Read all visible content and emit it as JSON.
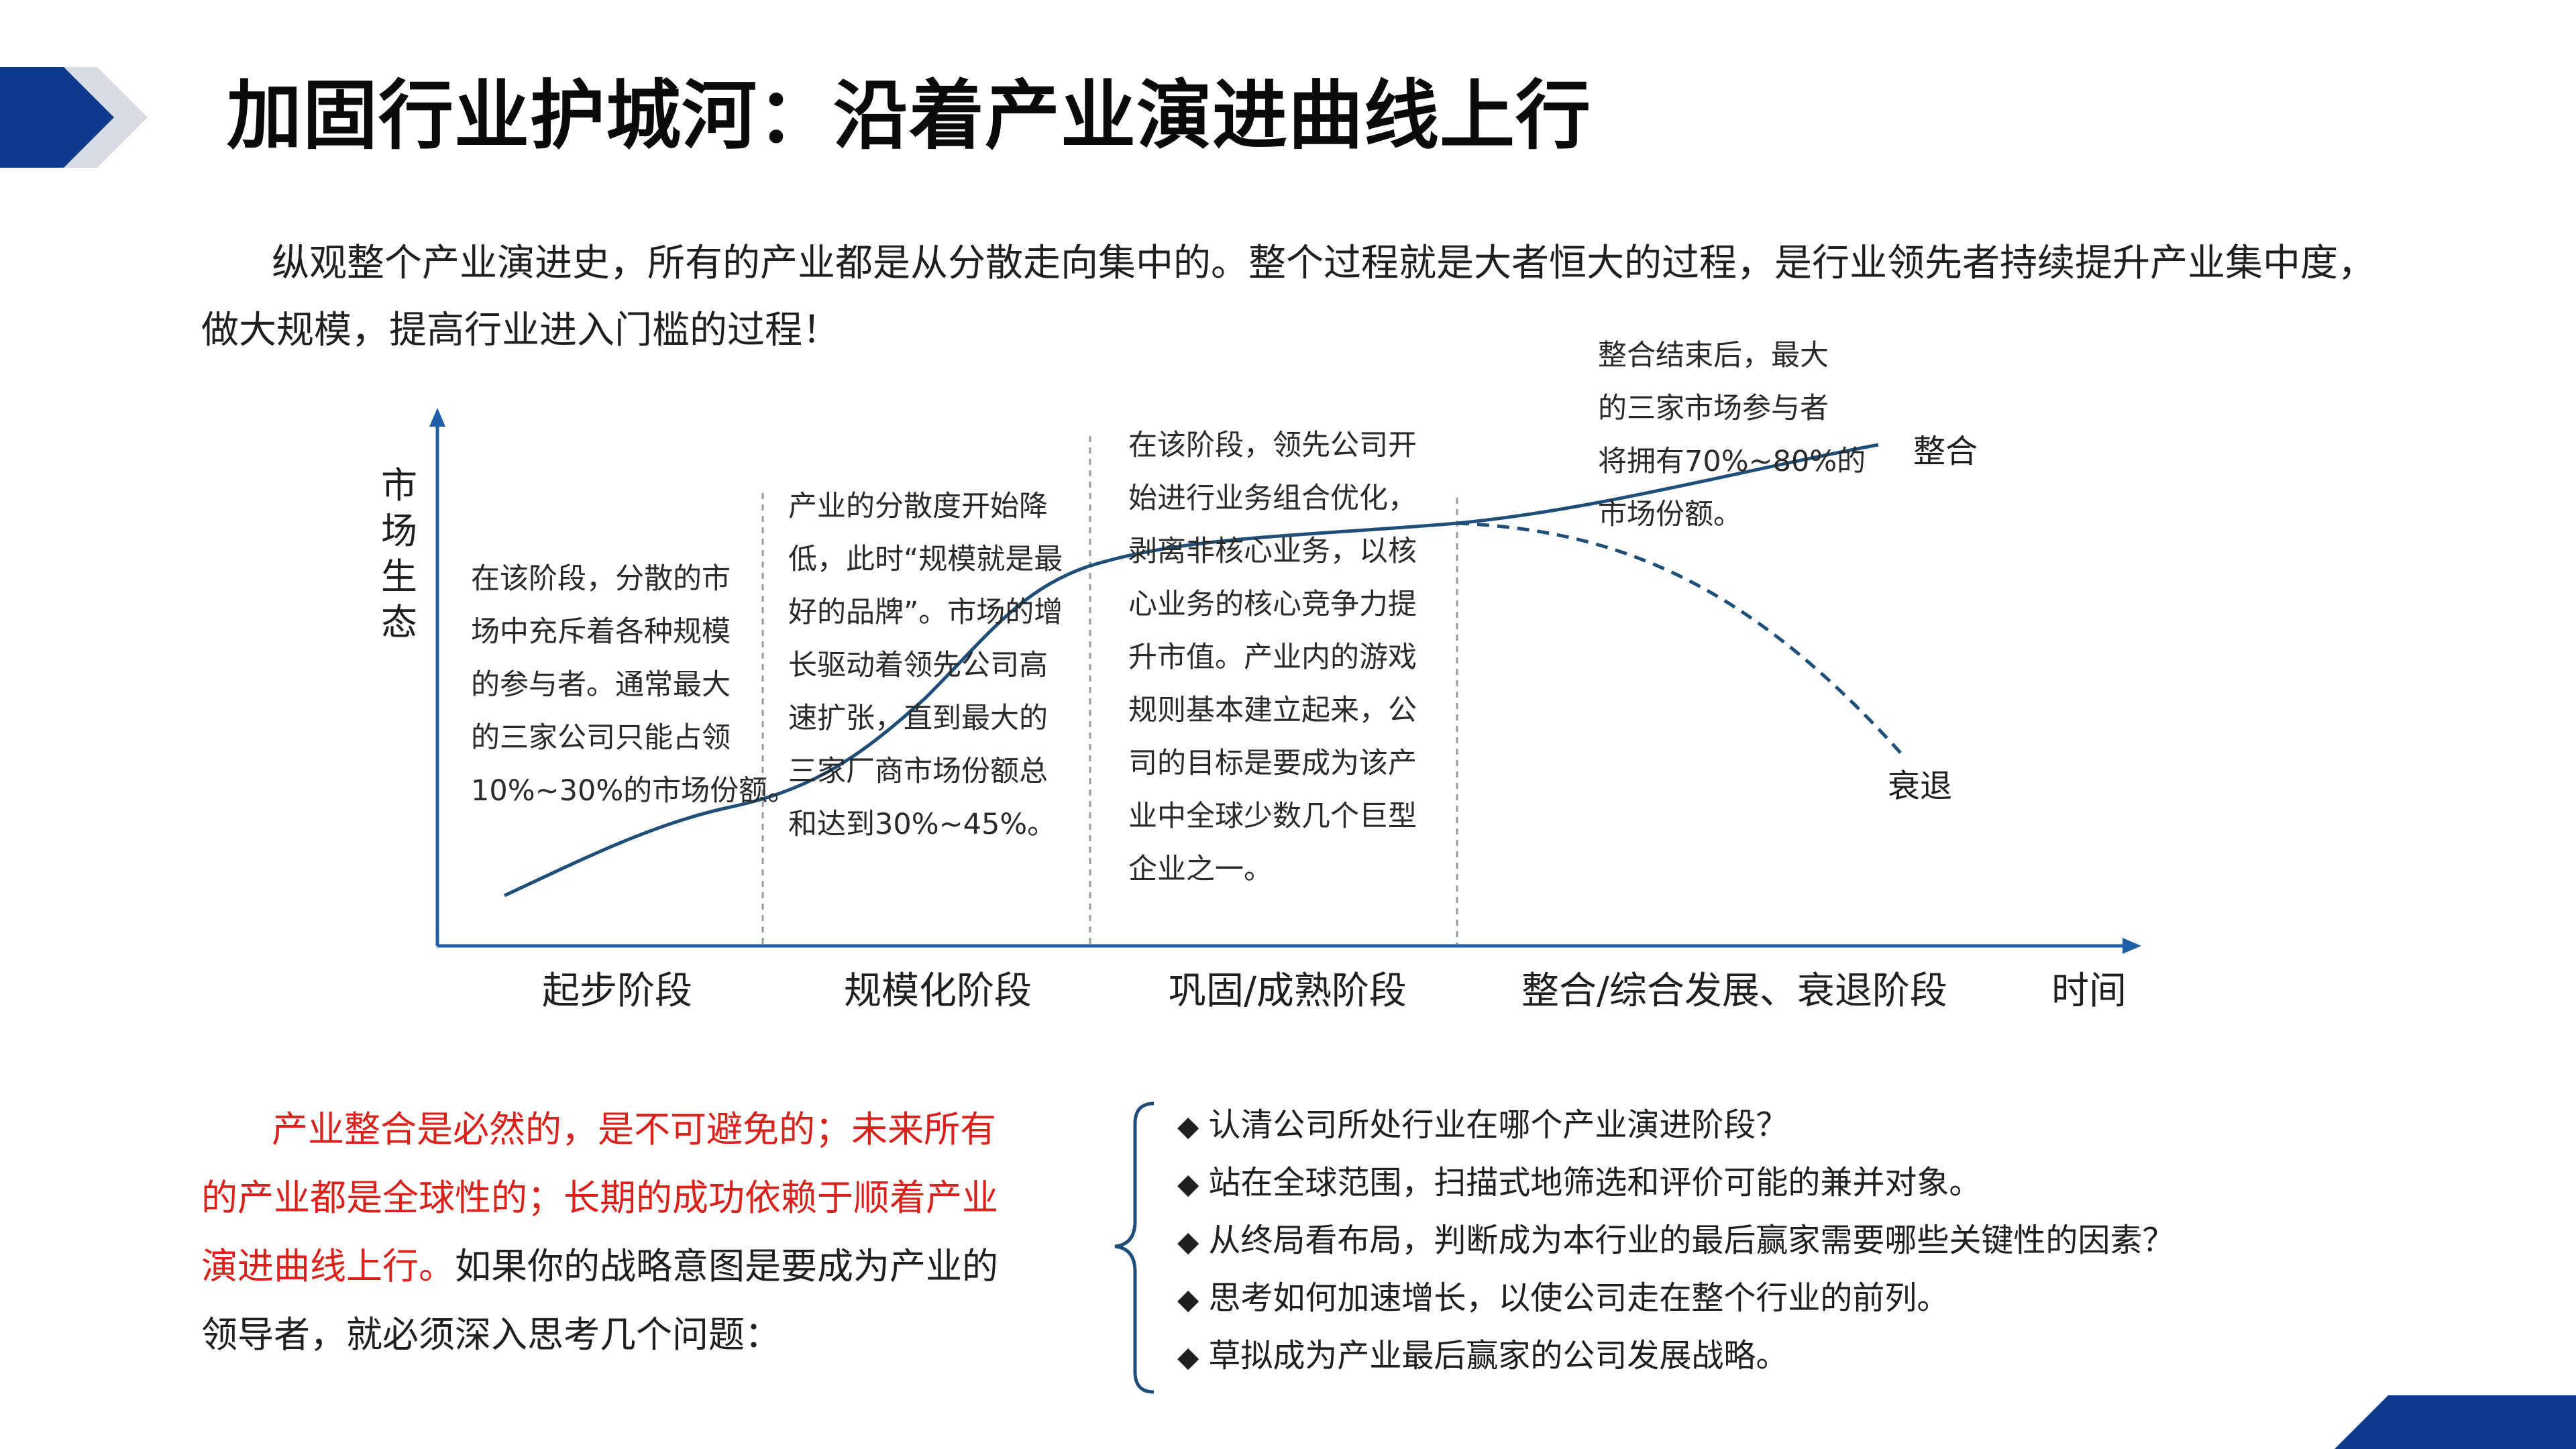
{
  "title": "加固行业护城河：沿着产业演进曲线上行",
  "intro": {
    "line1": "纵观整个产业演进史，所有的产业都是从分散走向集中的。整个过程就是大者恒大的过程，是行业领先者持续提升产业集中度，",
    "line2": "做大规模，提高行业进入门槛的过程！"
  },
  "diagram": {
    "y_axis_label": "市场生态",
    "x_axis_end_label": "时间",
    "stages": [
      "起步阶段",
      "规模化阶段",
      "巩固/成熟阶段",
      "整合/综合发展、衰退阶段"
    ],
    "curve_labels": {
      "rise": "整合",
      "decline": "衰退"
    },
    "notes": [
      [
        "在该阶段，分散的市",
        "场中充斥着各种规模",
        "的参与者。通常最大",
        "的三家公司只能占领",
        "10%~30%的市场份额。"
      ],
      [
        "产业的分散度开始降",
        "低，此时“规模就是最",
        "好的品牌”。市场的增",
        "长驱动着领先公司高",
        "速扩张，直到最大的",
        "三家厂商市场份额总",
        "和达到30%~45%。"
      ],
      [
        "在该阶段，领先公司开",
        "始进行业务组合优化，",
        "剥离非核心业务，以核",
        "心业务的核心竞争力提",
        "升市值。产业内的游戏",
        "规则基本建立起来，公",
        "司的目标是要成为该产",
        "业中全球少数几个巨型",
        "企业之一。"
      ],
      [
        "整合结束后，最大",
        "的三家市场参与者",
        "将拥有70%~80%的",
        "市场份额。"
      ]
    ]
  },
  "conclusion": {
    "line1_red": "产业整合是必然的，是不可避免的；未来所有",
    "line2_red": "的产业都是全球性的；长期的成功依赖于顺着产业",
    "line3_red": "演进曲线上行。",
    "line3_dark": "如果你的战略意图是要成为产业的",
    "line4_dark": "领导者，就必须深入思考几个问题："
  },
  "questions": {
    "bullet": "◆",
    "items": [
      "认清公司所处行业在哪个产业演进阶段？",
      "站在全球范围，扫描式地筛选和评价可能的兼并对象。",
      "从终局看布局，判断成为本行业的最后赢家需要哪些关键性的因素？",
      "思考如何加速增长，以使公司走在整个行业的前列。",
      "草拟成为产业最后赢家的公司发展战略。"
    ]
  },
  "colors": {
    "brand_blue": "#0f3a8c",
    "curve": "#1f4e79",
    "axis": "#1f5fa8",
    "accent_red": "#d9221c"
  }
}
